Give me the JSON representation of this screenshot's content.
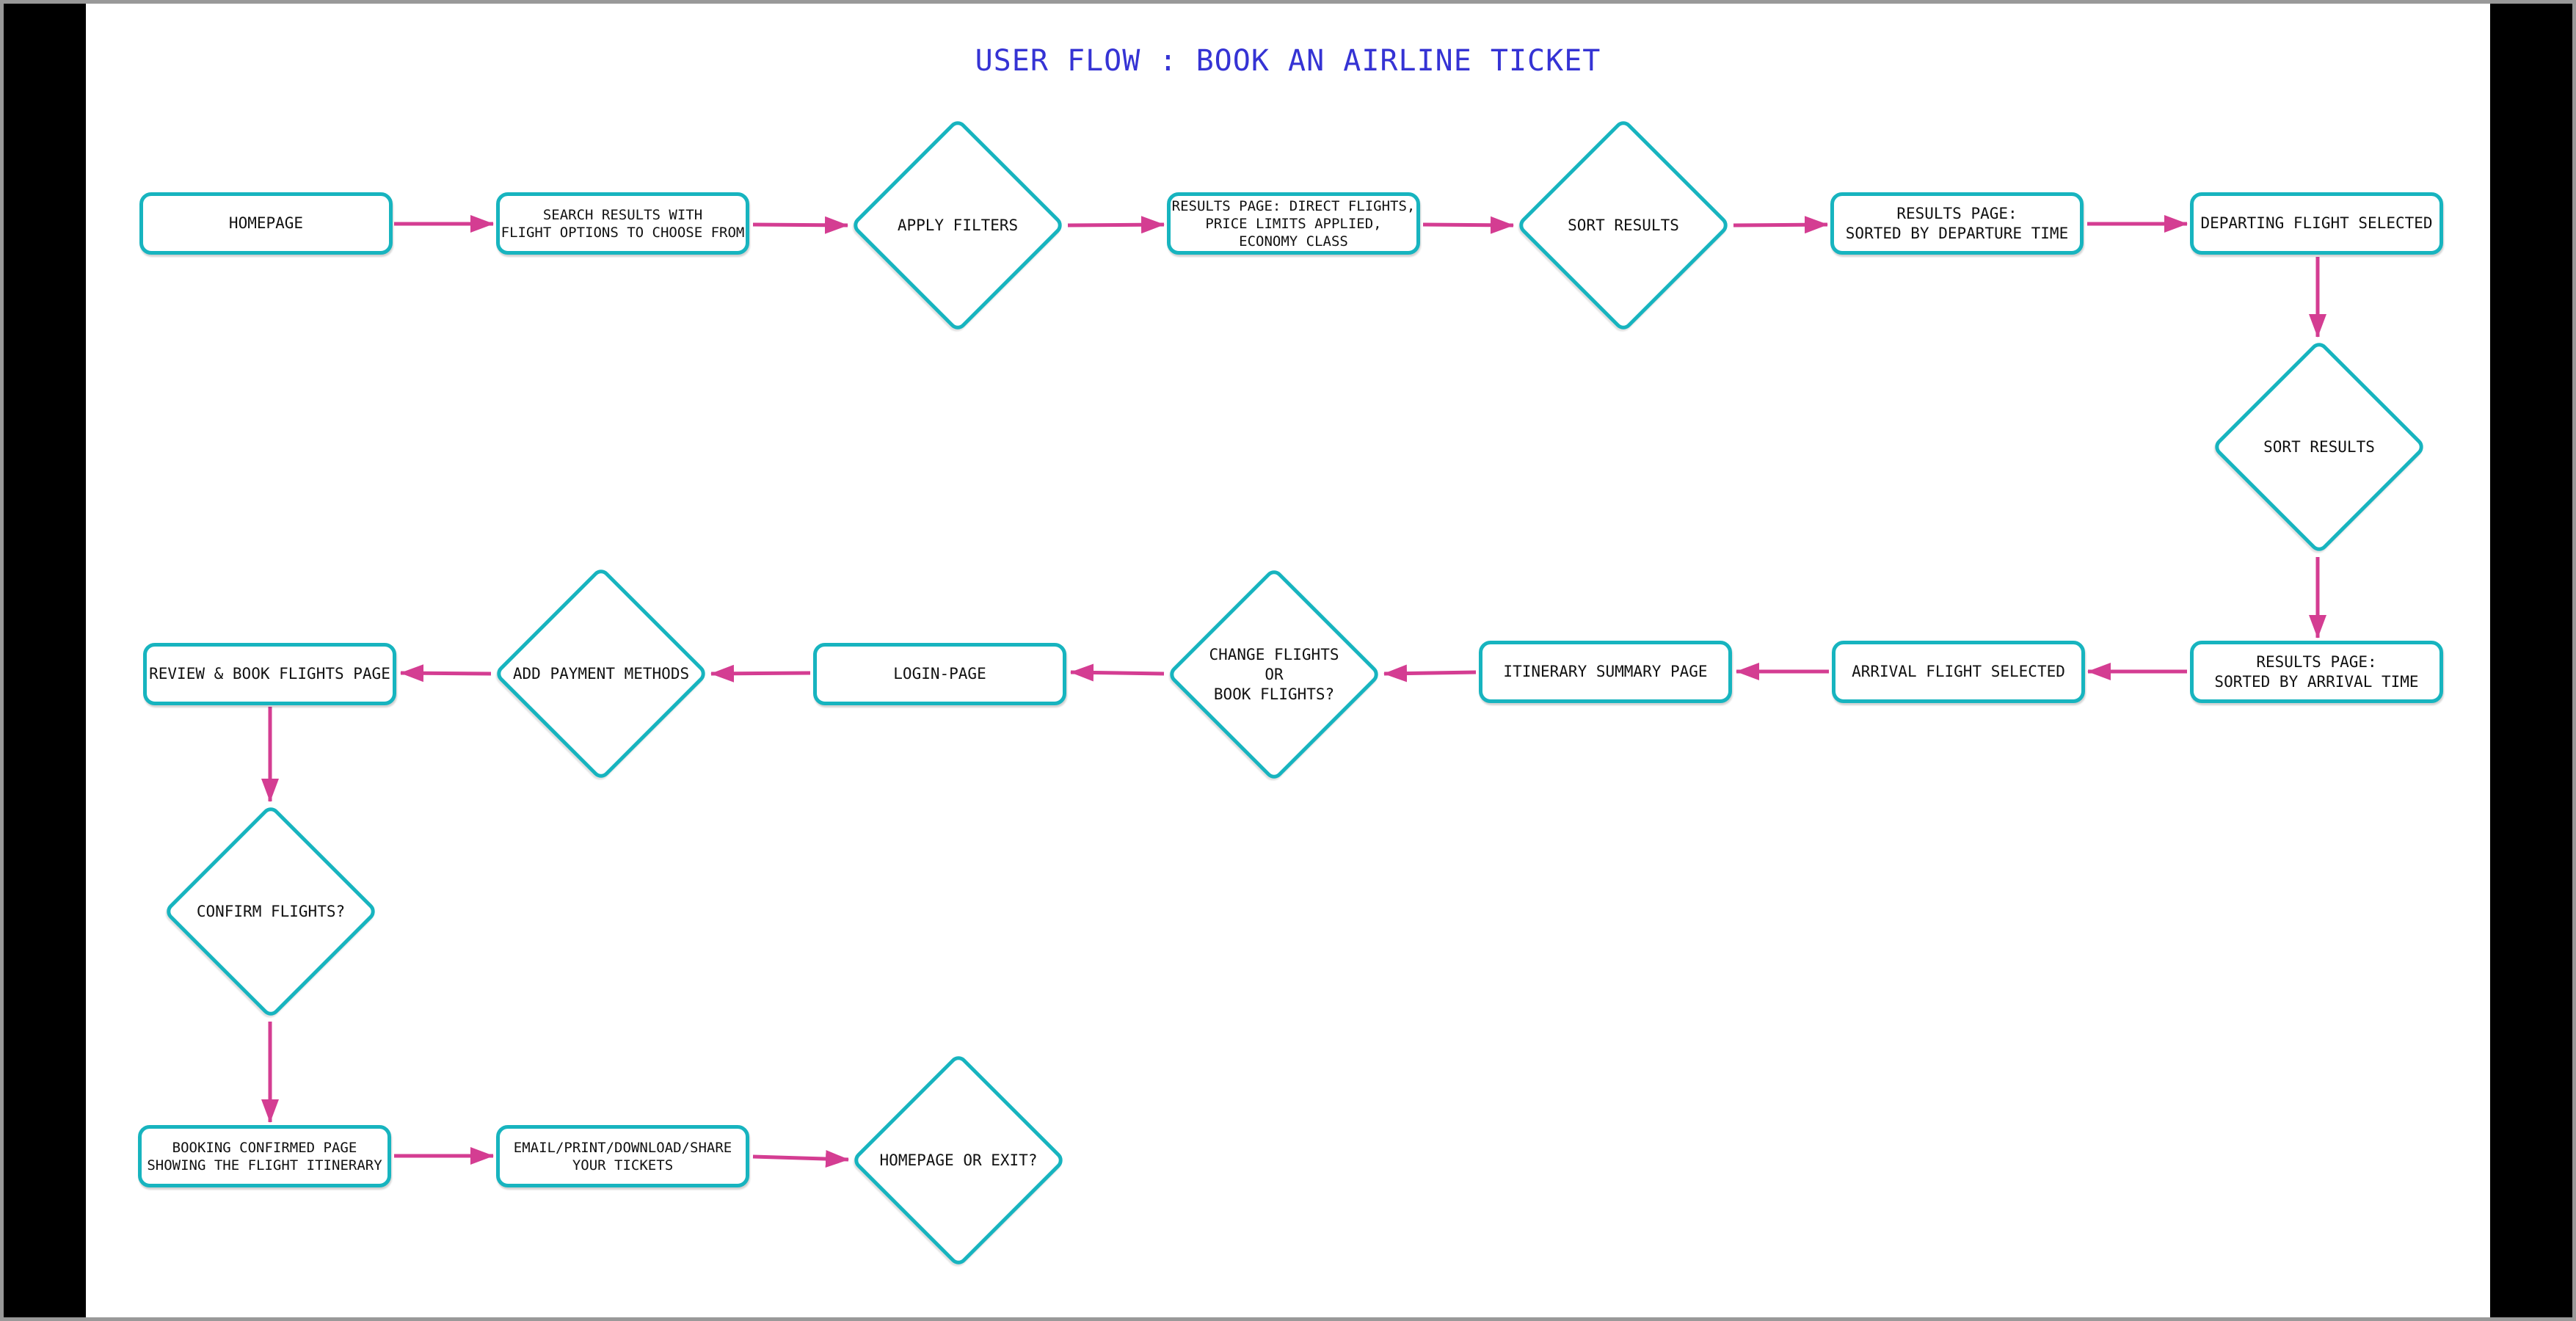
{
  "title": "USER FLOW : BOOK AN AIRLINE TICKET",
  "colors": {
    "node_border": "#17b4bf",
    "arrow": "#d43d92",
    "title": "#3533d4",
    "frame": "#999999",
    "node_background": "#ffffff",
    "canvas_background": "#ffffff",
    "letterbox_background": "#000000",
    "text": "#111111"
  },
  "nodes": {
    "homepage": {
      "shape": "rectangle",
      "label_lines": [
        "HOMEPAGE"
      ]
    },
    "search_results": {
      "shape": "rectangle",
      "label_lines": [
        "SEARCH RESULTS WITH",
        "FLIGHT OPTIONS TO CHOOSE FROM"
      ]
    },
    "apply_filters": {
      "shape": "diamond",
      "label_lines": [
        "APPLY FILTERS"
      ]
    },
    "results_filtered": {
      "shape": "rectangle",
      "label_lines": [
        "RESULTS PAGE: DIRECT FLIGHTS,",
        "PRICE LIMITS APPLIED,",
        "ECONOMY CLASS"
      ]
    },
    "sort_results_departing": {
      "shape": "diamond",
      "label_lines": [
        "SORT RESULTS"
      ]
    },
    "results_departure": {
      "shape": "rectangle",
      "label_lines": [
        "RESULTS PAGE:",
        "SORTED BY DEPARTURE TIME"
      ]
    },
    "departing_selected": {
      "shape": "rectangle",
      "label_lines": [
        "DEPARTING FLIGHT SELECTED"
      ]
    },
    "sort_results_arrival": {
      "shape": "diamond",
      "label_lines": [
        "SORT RESULTS"
      ]
    },
    "results_arrival": {
      "shape": "rectangle",
      "label_lines": [
        "RESULTS PAGE:",
        "SORTED BY ARRIVAL TIME"
      ]
    },
    "arrival_selected": {
      "shape": "rectangle",
      "label_lines": [
        "ARRIVAL FLIGHT SELECTED"
      ]
    },
    "itinerary_summary": {
      "shape": "rectangle",
      "label_lines": [
        "ITINERARY SUMMARY PAGE"
      ]
    },
    "change_or_book": {
      "shape": "diamond",
      "label_lines": [
        "CHANGE FLIGHTS",
        "OR",
        "BOOK FLIGHTS?"
      ]
    },
    "login_page": {
      "shape": "rectangle",
      "label_lines": [
        "LOGIN-PAGE"
      ]
    },
    "add_payment": {
      "shape": "diamond",
      "label_lines": [
        "ADD PAYMENT METHODS"
      ]
    },
    "review_book": {
      "shape": "rectangle",
      "label_lines": [
        "REVIEW & BOOK FLIGHTS PAGE"
      ]
    },
    "confirm_flights": {
      "shape": "diamond",
      "label_lines": [
        "CONFIRM FLIGHTS?"
      ]
    },
    "booking_confirmed": {
      "shape": "rectangle",
      "label_lines": [
        "BOOKING CONFIRMED PAGE",
        "SHOWING THE FLIGHT ITINERARY"
      ]
    },
    "email_share": {
      "shape": "rectangle",
      "label_lines": [
        "EMAIL/PRINT/DOWNLOAD/SHARE",
        "YOUR TICKETS"
      ]
    },
    "homepage_or_exit": {
      "shape": "diamond",
      "label_lines": [
        "HOMEPAGE OR EXIT?"
      ]
    }
  },
  "edges": [
    {
      "from": "homepage",
      "to": "search_results"
    },
    {
      "from": "search_results",
      "to": "apply_filters"
    },
    {
      "from": "apply_filters",
      "to": "results_filtered"
    },
    {
      "from": "results_filtered",
      "to": "sort_results_departing"
    },
    {
      "from": "sort_results_departing",
      "to": "results_departure"
    },
    {
      "from": "results_departure",
      "to": "departing_selected"
    },
    {
      "from": "departing_selected",
      "to": "sort_results_arrival"
    },
    {
      "from": "sort_results_arrival",
      "to": "results_arrival"
    },
    {
      "from": "results_arrival",
      "to": "arrival_selected"
    },
    {
      "from": "arrival_selected",
      "to": "itinerary_summary"
    },
    {
      "from": "itinerary_summary",
      "to": "change_or_book"
    },
    {
      "from": "change_or_book",
      "to": "login_page"
    },
    {
      "from": "login_page",
      "to": "add_payment"
    },
    {
      "from": "add_payment",
      "to": "review_book"
    },
    {
      "from": "review_book",
      "to": "confirm_flights"
    },
    {
      "from": "confirm_flights",
      "to": "booking_confirmed"
    },
    {
      "from": "booking_confirmed",
      "to": "email_share"
    },
    {
      "from": "email_share",
      "to": "homepage_or_exit"
    }
  ]
}
